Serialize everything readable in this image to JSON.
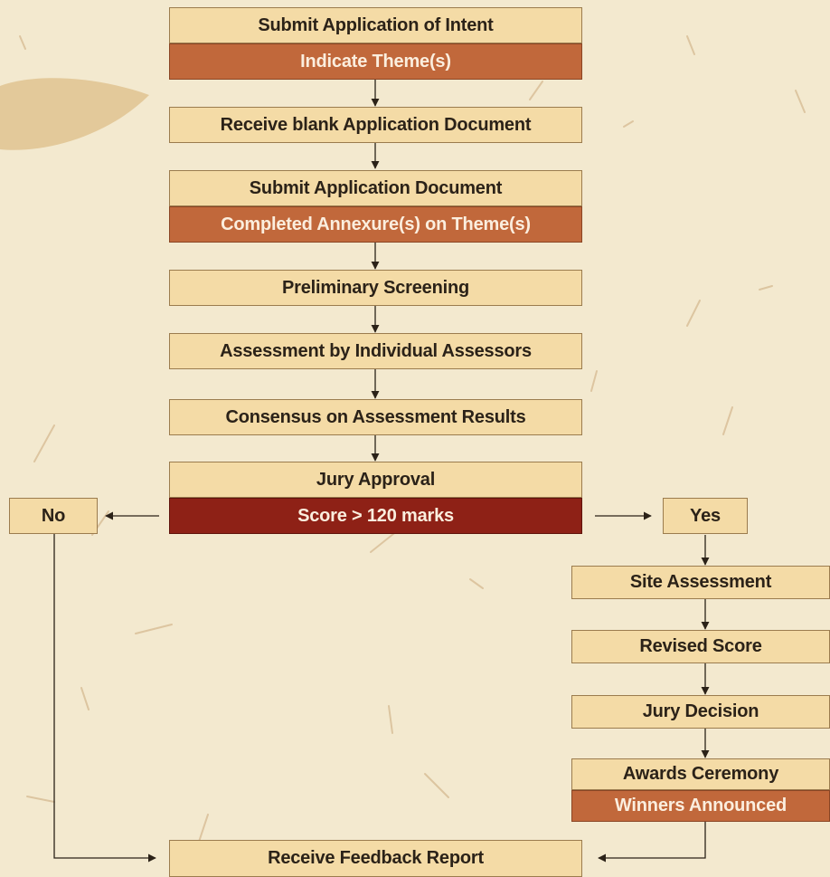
{
  "colors": {
    "background": "#f3e9cf",
    "box_fill": "#f4dba6",
    "box_border": "#9b7c4e",
    "sub_fill": "#c1683b",
    "decision_fill": "#8e2116",
    "leaf_accent": "#e3c99a",
    "arrow": "#2b2218"
  },
  "flow": {
    "submit_intent": "Submit Application of Intent",
    "indicate_themes": "Indicate Theme(s)",
    "receive_blank": "Receive blank Application Document",
    "submit_document": "Submit Application Document",
    "completed_annexures": "Completed Annexure(s) on Theme(s)",
    "preliminary_screening": "Preliminary Screening",
    "individual_assessment": "Assessment by Individual Assessors",
    "consensus": "Consensus on Assessment Results",
    "jury_approval": "Jury Approval",
    "score_condition": "Score > 120 marks",
    "no_label": "No",
    "yes_label": "Yes",
    "site_assessment": "Site Assessment",
    "revised_score": "Revised Score",
    "jury_decision": "Jury Decision",
    "awards_ceremony": "Awards Ceremony",
    "winners_announced": "Winners Announced",
    "feedback_report": "Receive Feedback Report"
  }
}
